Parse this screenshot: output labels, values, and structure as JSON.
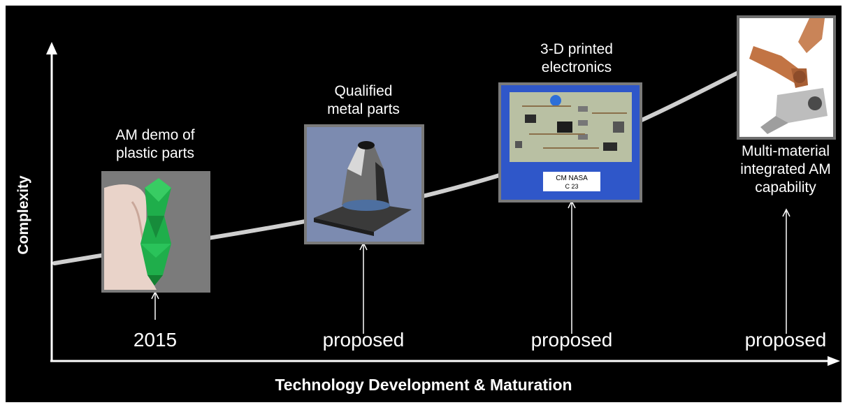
{
  "axes": {
    "x_label": "Technology Development & Maturation",
    "y_label": "Complexity"
  },
  "milestones": [
    {
      "title": "AM demo of\nplastic parts",
      "status": "2015"
    },
    {
      "title": "Qualified\nmetal parts",
      "status": "proposed"
    },
    {
      "title": "3-D printed\nelectronics",
      "status": "proposed",
      "board_marking": [
        "CM NASA",
        "C 23"
      ]
    },
    {
      "title": "Multi-material\nintegrated AM\ncapability",
      "status": "proposed"
    }
  ],
  "colors": {
    "background": "#000000",
    "text": "#ffffff",
    "curve": "#cfcfcf",
    "frame": "#7a7a7a",
    "electronics_frame": "#2f57c9"
  }
}
